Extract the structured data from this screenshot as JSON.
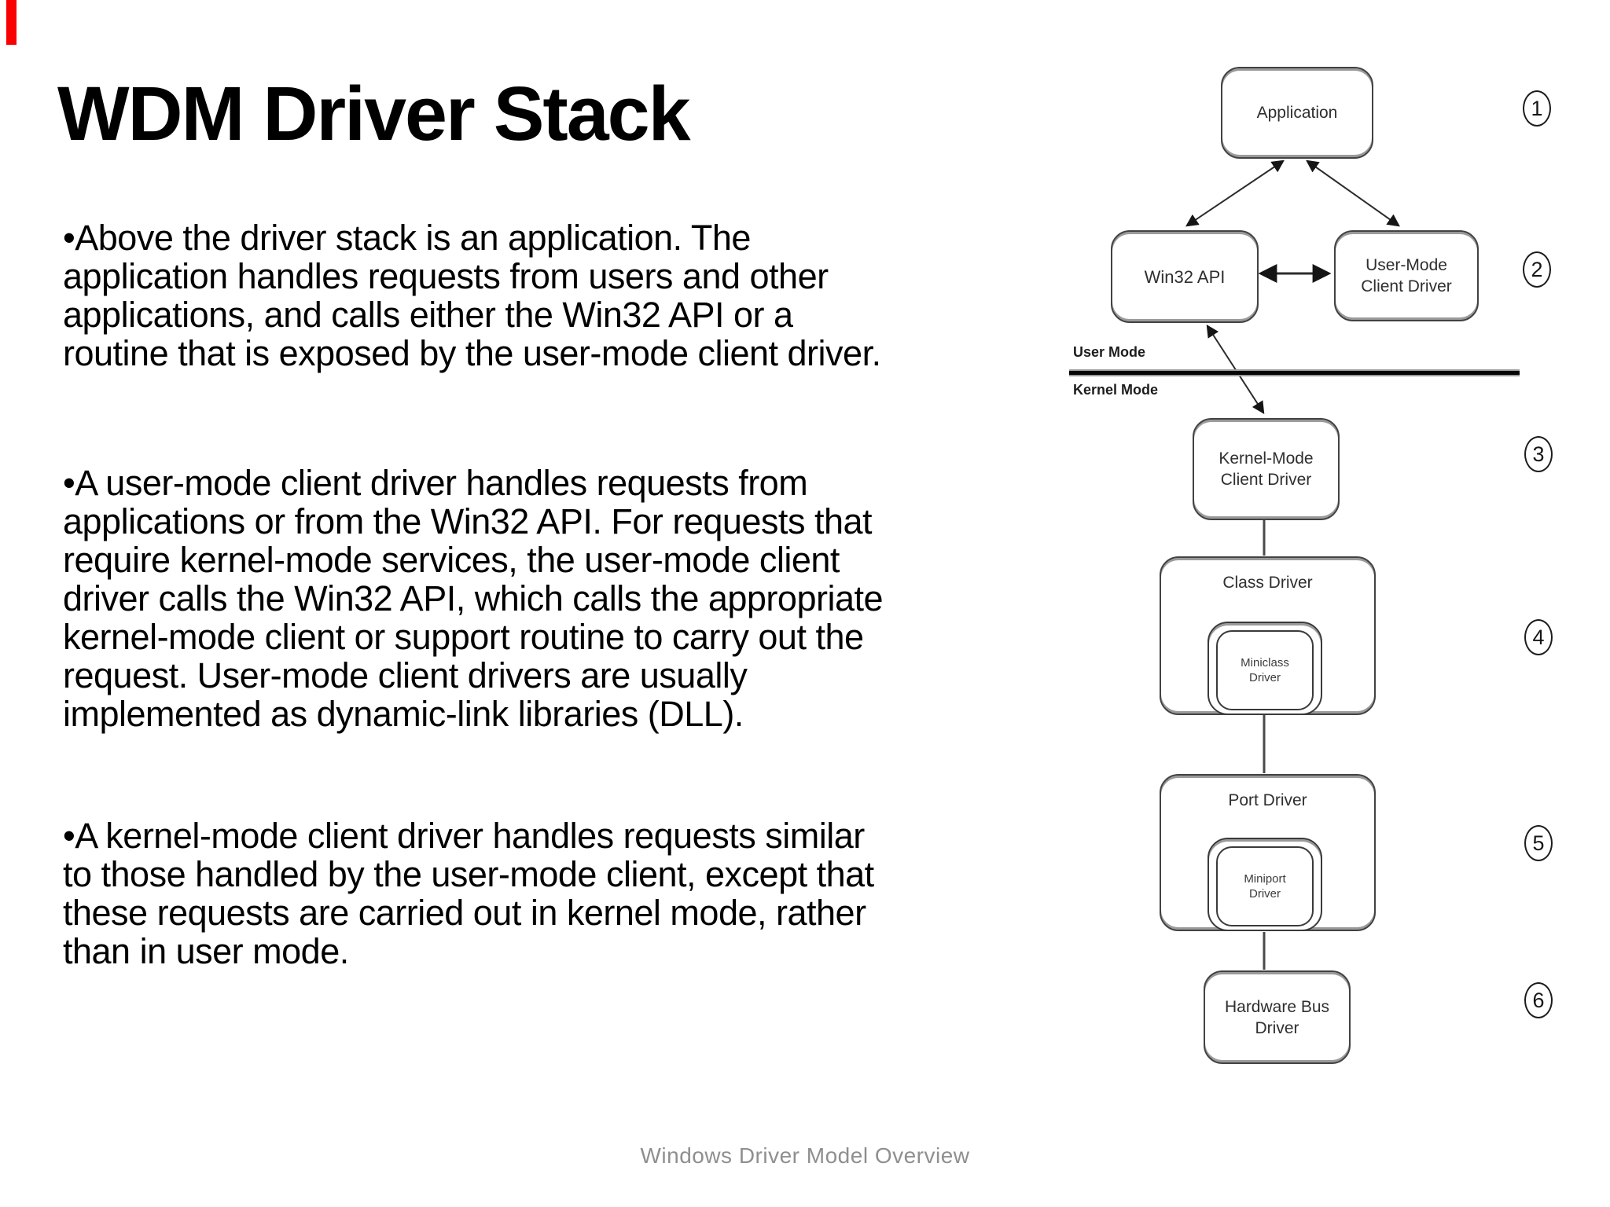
{
  "slide": {
    "accent_color": "#fb0000",
    "title": "WDM Driver Stack",
    "footer": "Windows Driver Model Overview",
    "bullets": [
      {
        "lines": [
          "•Above the driver stack is an application. The",
          "application handles requests from users and other",
          "applications, and calls either the Win32 API or a",
          "routine that is exposed by the user-mode client driver."
        ]
      },
      {
        "lines": [
          "•A user-mode client driver handles requests from",
          "applications or from the Win32 API. For requests that",
          "require kernel-mode services, the user-mode client",
          "driver calls the Win32 API, which calls the appropriate",
          "kernel-mode client or support routine to carry out the",
          "request. User-mode client drivers are usually",
          "implemented as dynamic-link libraries (DLL)."
        ]
      },
      {
        "lines": [
          "•A kernel-mode client driver handles requests similar",
          "to those handled by the user-mode client, except that",
          "these requests are carried out in kernel mode, rather",
          "than in user mode."
        ]
      }
    ]
  },
  "diagram": {
    "mode_labels": {
      "user": "User Mode",
      "kernel": "Kernel Mode"
    },
    "boxes": {
      "application": "Application",
      "win32_api": "Win32 API",
      "user_mode_client_driver": [
        "User-Mode",
        "Client Driver"
      ],
      "kernel_mode_client_driver": [
        "Kernel-Mode",
        "Client Driver"
      ],
      "class_driver": "Class Driver",
      "miniclass_driver": [
        "Miniclass",
        "Driver"
      ],
      "port_driver": "Port Driver",
      "miniport_driver": [
        "Miniport",
        "Driver"
      ],
      "hardware_bus_driver": [
        "Hardware Bus",
        "Driver"
      ]
    },
    "steps": [
      "1",
      "2",
      "3",
      "4",
      "5",
      "6"
    ]
  }
}
